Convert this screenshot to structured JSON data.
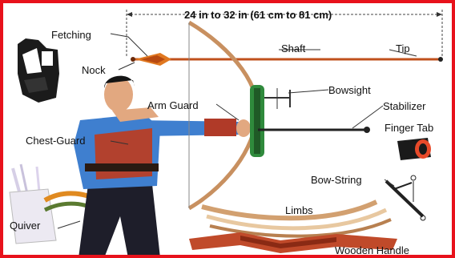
{
  "diagram": {
    "length_label": "24 in to 32 in (61 cm to 81 cm)",
    "labels": {
      "fetching": "Fetching",
      "shaft": "Shaft",
      "tip": "Tip",
      "nock": "Nock",
      "bowsight": "Bowsight",
      "arm_guard": "Arm Guard",
      "stabilizer": "Stabilizer",
      "chest_guard": "Chest-Guard",
      "finger_tab": "Finger Tab",
      "bow_string": "Bow-String",
      "limbs": "Limbs",
      "quiver": "Quiver",
      "wooden_handle": "Wooden Handle"
    },
    "colors": {
      "frame": "#e8121b",
      "arrow_shaft": "#c0501c",
      "fletching": "#e07820",
      "bow_wood": "#c89060",
      "riser": "#2f8a3c",
      "shirt": "#3f7fcf",
      "vest": "#b2412e",
      "pants": "#1e1e2a",
      "skin": "#e2a880"
    }
  }
}
